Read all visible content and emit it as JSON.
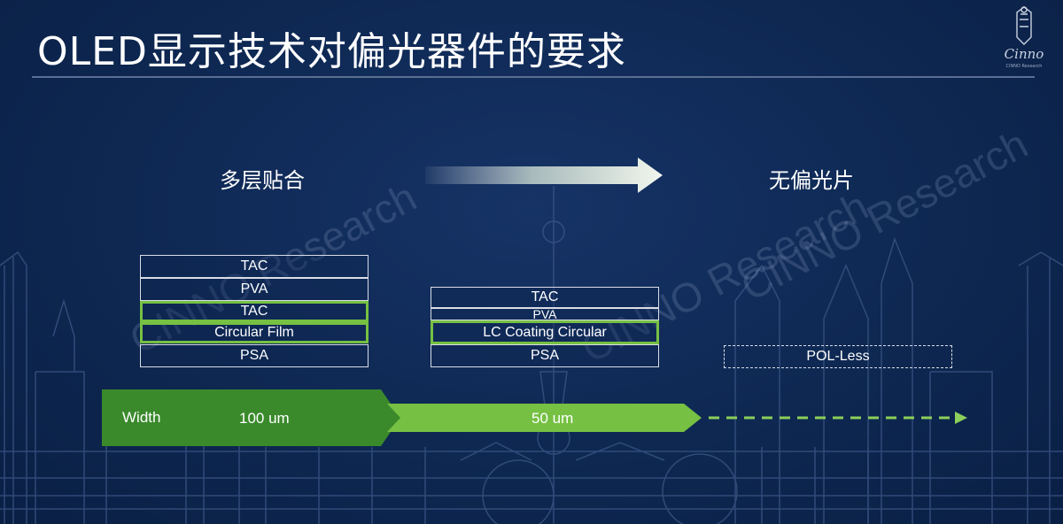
{
  "title": "OLED显示技术对偏光器件的要求",
  "logo": {
    "text": "Cinno",
    "subtext": "CINNO Research"
  },
  "watermark": {
    "text": "CINNO Research"
  },
  "sections": {
    "left_label": "多层贴合",
    "right_label": "无偏光片"
  },
  "left_stack": {
    "layers": [
      {
        "label": "TAC",
        "highlight": false
      },
      {
        "label": "PVA",
        "highlight": false
      },
      {
        "label": "TAC",
        "highlight": true
      },
      {
        "label": "Circular Film",
        "highlight": true
      },
      {
        "label": "PSA",
        "highlight": false
      }
    ]
  },
  "middle_stack": {
    "layers": [
      {
        "label": "TAC",
        "highlight": false
      },
      {
        "label": "PVA",
        "highlight": false
      },
      {
        "label": "LC Coating Circular",
        "highlight": true
      },
      {
        "label": "PSA",
        "highlight": false
      }
    ]
  },
  "right_stack": {
    "label": "POL-Less",
    "style": "dashed"
  },
  "width_band": {
    "label": "Width",
    "stage1": "100 um",
    "stage2": "50 um",
    "colors": {
      "stage1": "#3a8a2c",
      "stage2": "#76c043",
      "dashed": "#8ccf5a"
    }
  },
  "colors": {
    "background": "#0d2550",
    "highlight": "#76c043",
    "rule": "#5b6e93"
  }
}
